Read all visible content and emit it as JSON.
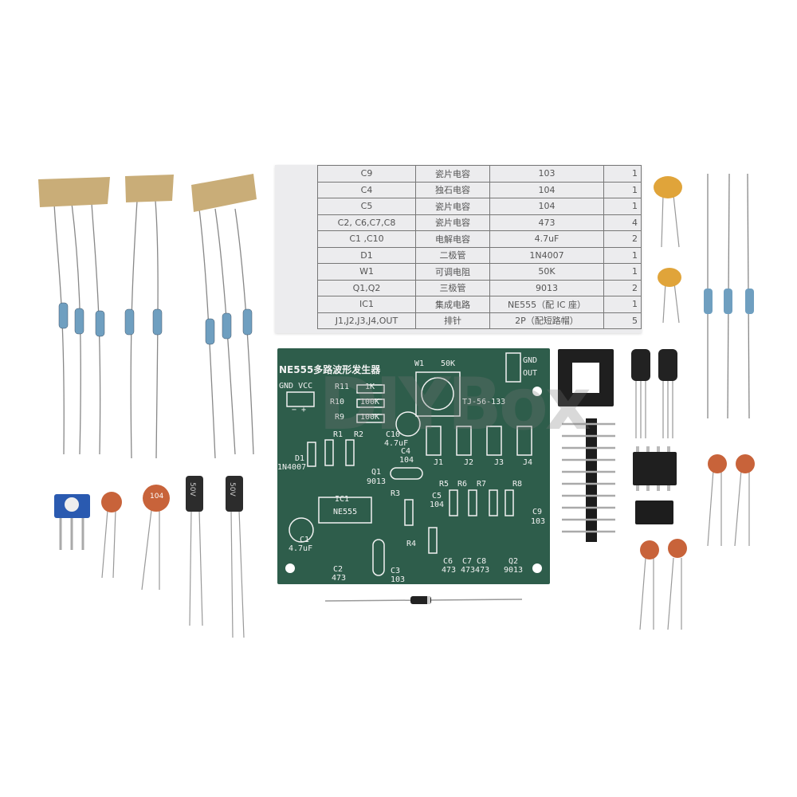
{
  "bom_table": {
    "rows": [
      [
        "C9",
        "瓷片电容",
        "103",
        "1"
      ],
      [
        "C4",
        "独石电容",
        "104",
        "1"
      ],
      [
        "C5",
        "瓷片电容",
        "104",
        "1"
      ],
      [
        "C2, C6,C7,C8",
        "瓷片电容",
        "473",
        "4"
      ],
      [
        "C1 ,C10",
        "电解电容",
        "4.7uF",
        "2"
      ],
      [
        "D1",
        "二极管",
        "1N4007",
        "1"
      ],
      [
        "W1",
        "可调电阻",
        "50K",
        "1"
      ],
      [
        "Q1,Q2",
        "三极管",
        "9013",
        "2"
      ],
      [
        "IC1",
        "集成电路",
        "NE555（配 IC 座）",
        "1"
      ],
      [
        "J1,J2,J3,J4,OUT",
        "排针",
        "2P（配短路帽）",
        "5"
      ]
    ]
  },
  "pcb": {
    "title": "NE555多路波形发生器",
    "labels": {
      "gnd_vcc": "GND VCC",
      "polarity": "− +",
      "r11": "R11",
      "r11_val": "1K",
      "r10": "R10",
      "r10_val": "100K",
      "r9": "R9",
      "r9_val": "100K",
      "w1": "W1",
      "w1_val": "50K",
      "gnd": "GND",
      "out": "OUT",
      "model": "TJ-56-133",
      "r1": "R1",
      "r2": "R2",
      "c10": "C10",
      "c10_val": "4.7uF",
      "d1": "D1",
      "d1_val": "1N4007",
      "q1": "Q1",
      "q1_val": "9013",
      "c4": "C4",
      "c4_val": "104",
      "j1": "J1",
      "j2": "J2",
      "j3": "J3",
      "j4": "J4",
      "r3": "R3",
      "c5": "C5",
      "c5_val": "104",
      "r5": "R5",
      "r6": "R6",
      "r7": "R7",
      "r8": "R8",
      "ic1": "IC1",
      "ic1_val": "NE555",
      "c9": "C9",
      "c9_val": "103",
      "c1": "C1",
      "c1_val": "4.7uF",
      "r4": "R4",
      "c2": "C2",
      "c2_val": "473",
      "c3": "C3",
      "c3_val": "103",
      "c6": "C6",
      "c6_val": "473",
      "c7c8": "C7 C8",
      "c7c8_val": "473473",
      "q2": "Q2",
      "q2_val": "9013"
    }
  },
  "component_marks": {
    "ceramic_cap": "104",
    "electrolytic_1": "50V",
    "electrolytic_2": "50V"
  },
  "watermark": "DIYBox",
  "colors": {
    "pcb": "#2e5d4b",
    "silkscreen": "#f2f2f2",
    "ceramic": "#c8633a",
    "tape": "#c9ad78",
    "resistor": "#6f9fc0"
  }
}
